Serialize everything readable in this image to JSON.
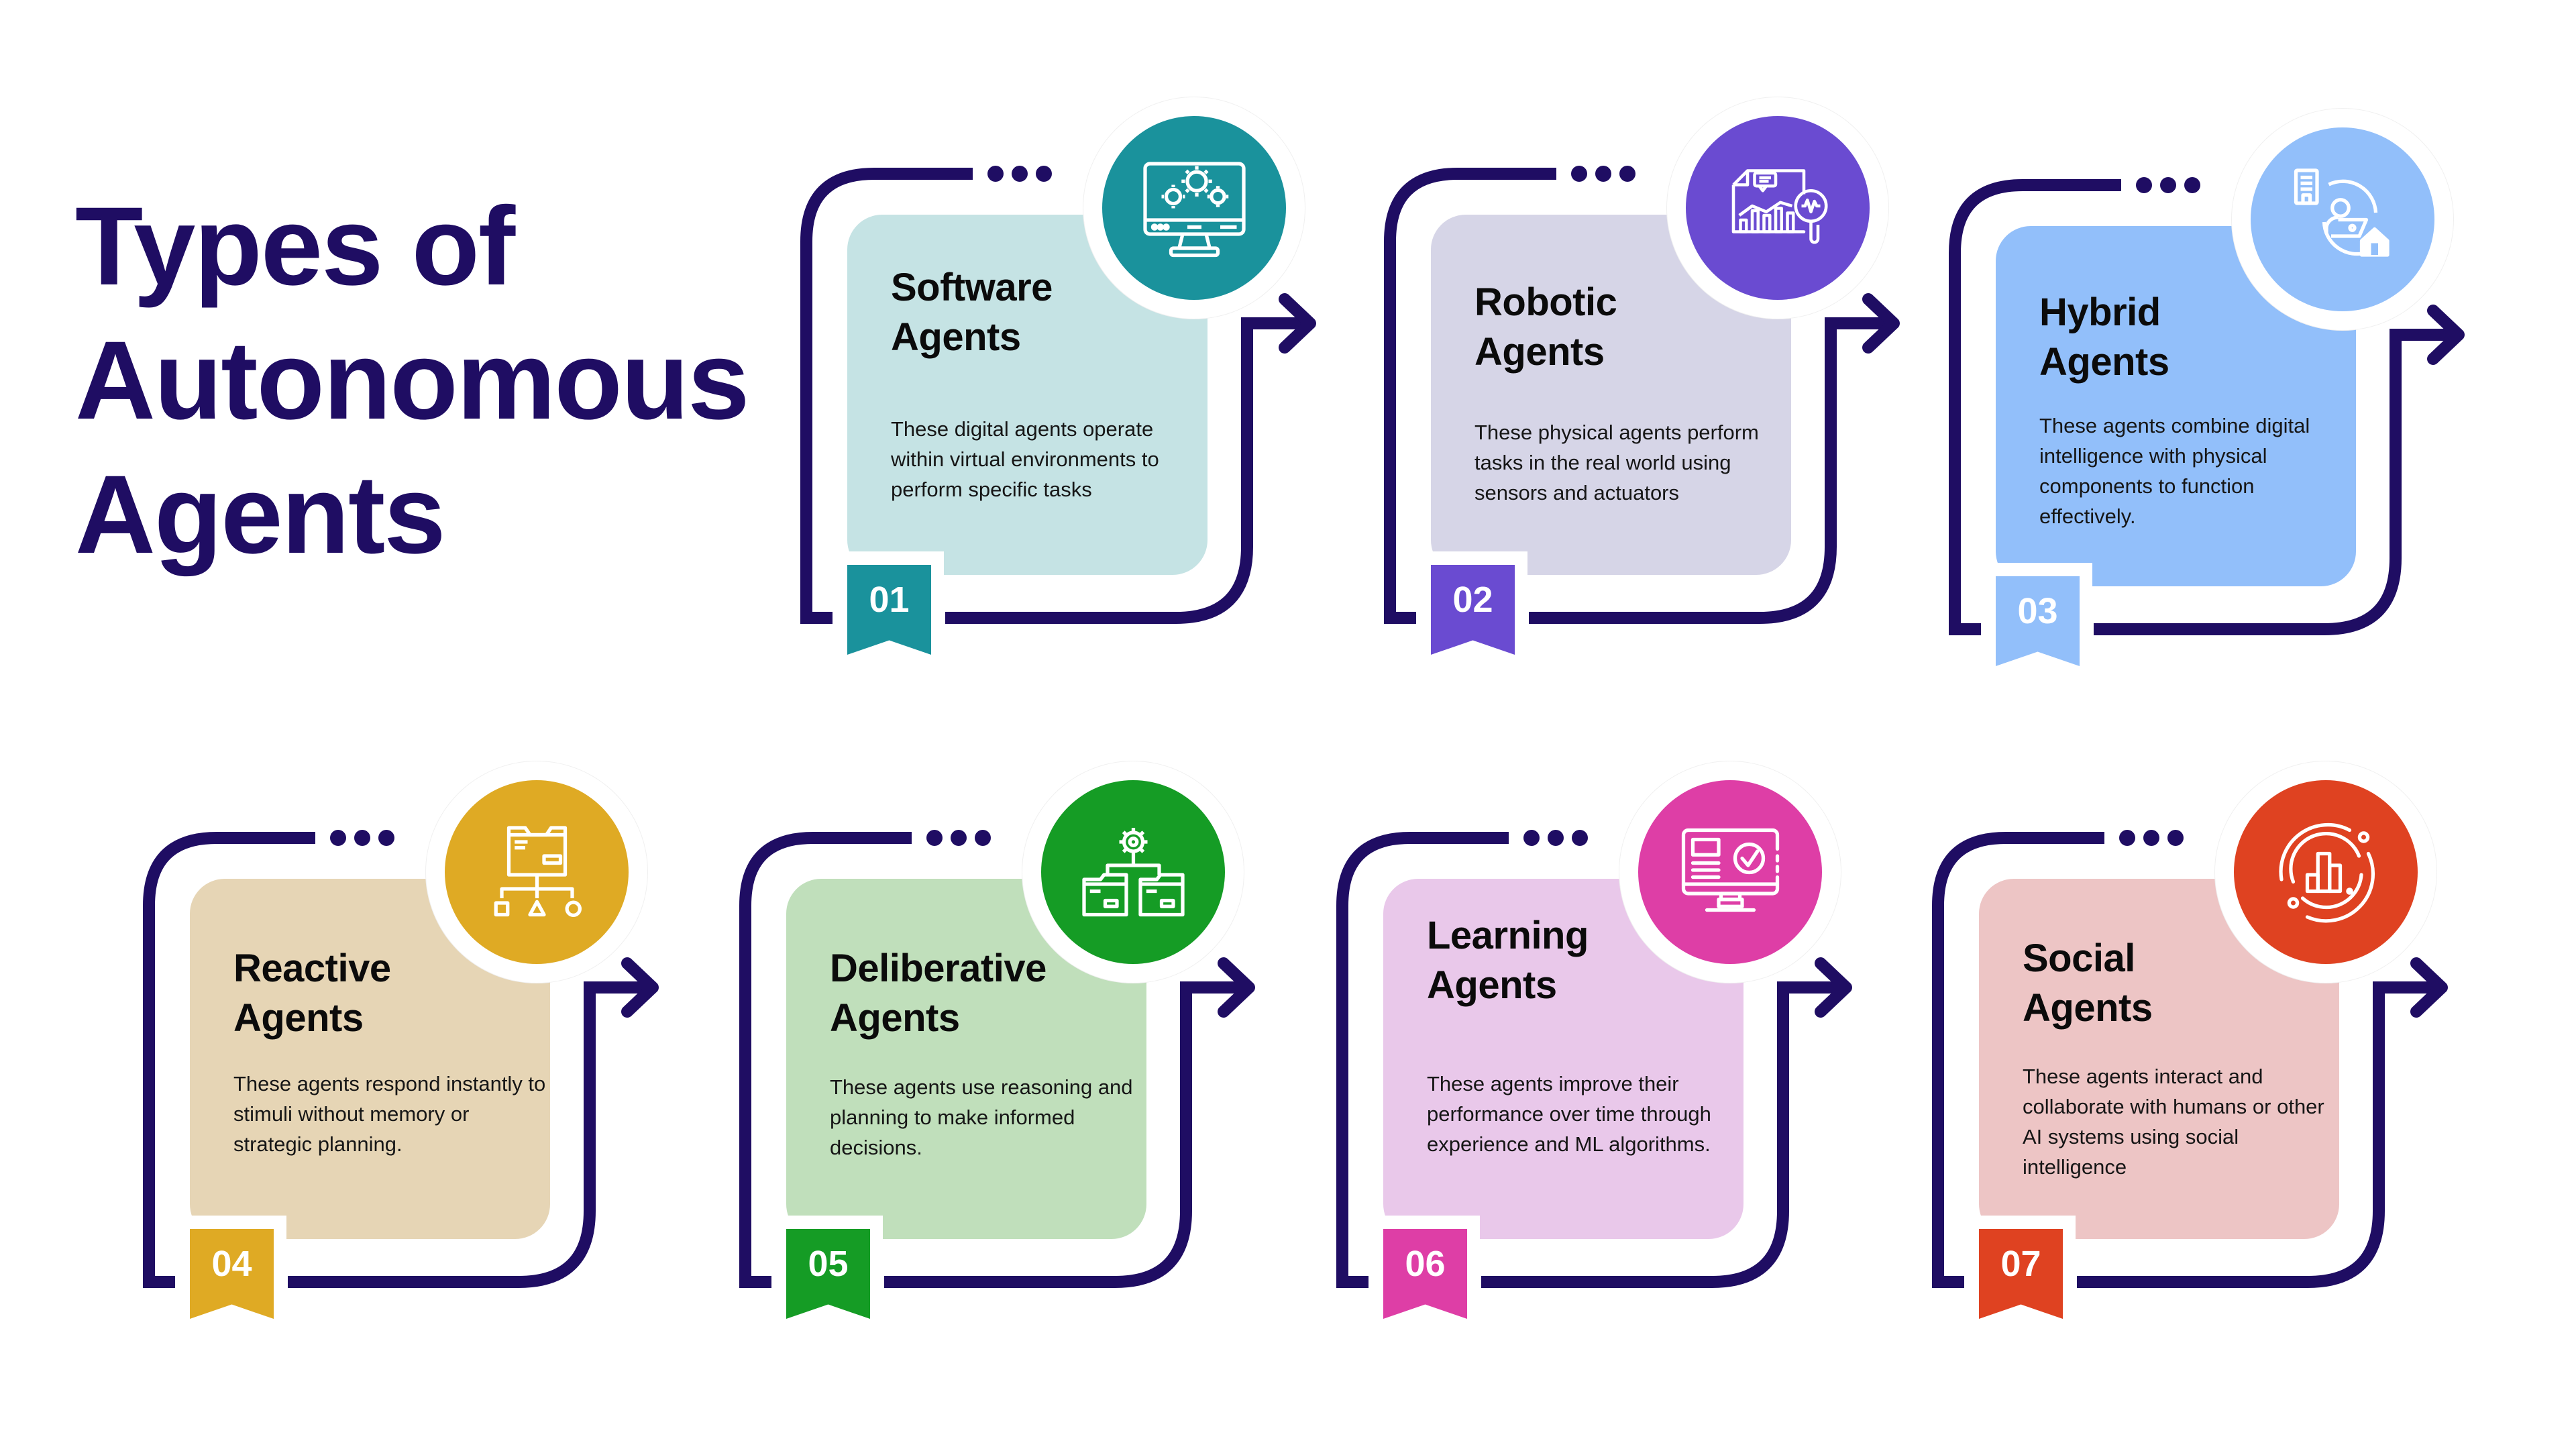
{
  "title": {
    "line1": "Types of",
    "line2": "Autonomous",
    "line3": "Agents",
    "color": "#1f0d63"
  },
  "frame_color": "#1f0d63",
  "cards": [
    {
      "number": "01",
      "title_line1": "Software",
      "title_line2": "Agents",
      "description": "These digital agents operate within virtual environments to perform specific tasks",
      "icon": "monitor-gears-icon",
      "accent_color": "#1a929c",
      "bg_color": "#c5e3e4"
    },
    {
      "number": "02",
      "title_line1": "Robotic",
      "title_line2": "Agents",
      "description": "These physical agents perform tasks in the real world using sensors and actuators",
      "icon": "report-analytics-magnifier-icon",
      "accent_color": "#6a4bd1",
      "bg_color": "#d6d5e7"
    },
    {
      "number": "03",
      "title_line1": "Hybrid",
      "title_line2": "Agents",
      "description": "These agents combine digital intelligence with physical components to function effectively.",
      "icon": "office-remote-worker-home-icon",
      "accent_color": "#92bffa",
      "bg_color": "#92bffa"
    },
    {
      "number": "04",
      "title_line1": "Reactive",
      "title_line2": "Agents",
      "description": "These agents respond instantly to stimuli without memory or strategic planning.",
      "icon": "folder-hierarchy-shapes-icon",
      "accent_color": "#dfaa24",
      "bg_color": "#e6d5b5"
    },
    {
      "number": "05",
      "title_line1": "Deliberative",
      "title_line2": "Agents",
      "description": "These agents use reasoning and planning to make informed decisions.",
      "icon": "gear-folders-hierarchy-icon",
      "accent_color": "#159c25",
      "bg_color": "#c0dfbb"
    },
    {
      "number": "06",
      "title_line1": "Learning",
      "title_line2": "Agents",
      "description": "These agents improve their performance over time through experience and ML algorithms.",
      "icon": "monitor-checkmark-icon",
      "accent_color": "#de3ea6",
      "bg_color": "#e9c8ea"
    },
    {
      "number": "07",
      "title_line1": "Social",
      "title_line2": "Agents",
      "description": "These agents interact and collaborate with humans or other AI systems using social intelligence",
      "icon": "orbit-bar-chart-icon",
      "accent_color": "#df4221",
      "bg_color": "#edc5c5"
    }
  ]
}
